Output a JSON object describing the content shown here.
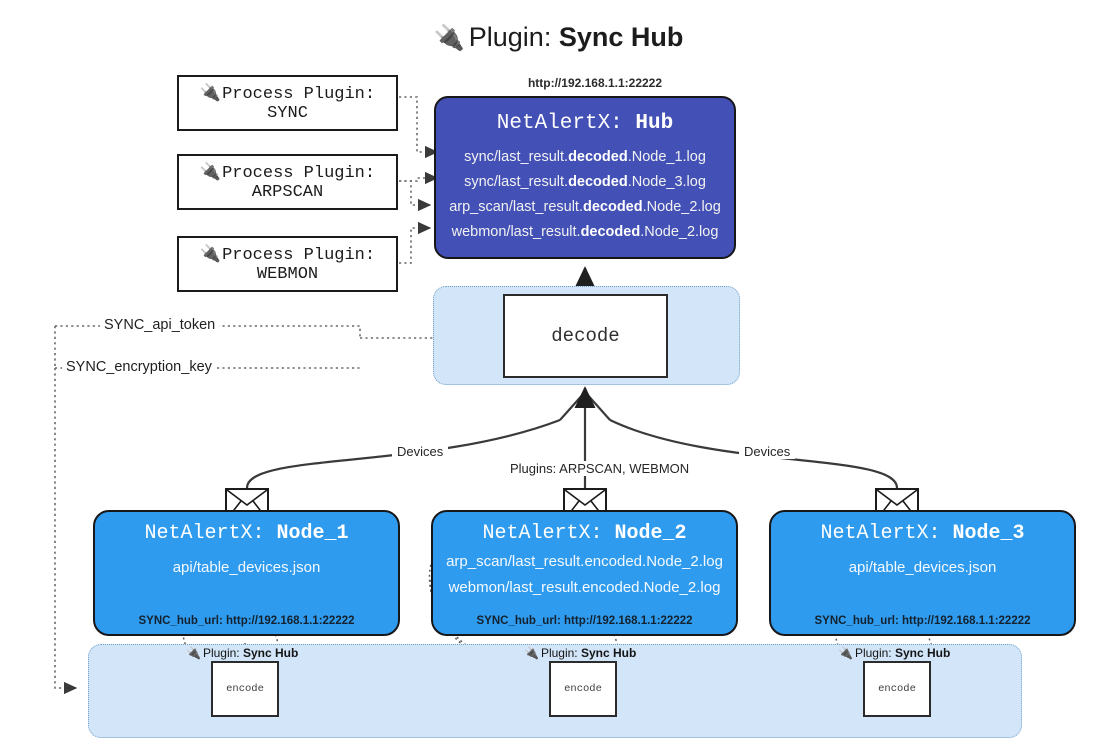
{
  "header": {
    "plug_icon": "plug-icon",
    "prefix": "Plugin:",
    "name": "Sync Hub"
  },
  "process_plugins": [
    {
      "line1": "Process Plugin:",
      "line2": "SYNC"
    },
    {
      "line1": "Process Plugin:",
      "line2": "ARPSCAN"
    },
    {
      "line1": "Process Plugin:",
      "line2": "WEBMON"
    }
  ],
  "hub": {
    "url": "http://192.168.1.1:22222",
    "title_prefix": "NetAlertX:",
    "title_name": "Hub",
    "logs": [
      {
        "pre": "sync/last_result.",
        "em": "decoded",
        "post": ".Node_1.log"
      },
      {
        "pre": "sync/last_result.",
        "em": "decoded",
        "post": ".Node_3.log"
      },
      {
        "pre": "arp_scan/last_result.",
        "em": "decoded",
        "post": ".Node_2.log"
      },
      {
        "pre": "webmon/last_result.",
        "em": "decoded",
        "post": ".Node_2.log"
      }
    ]
  },
  "decode": {
    "label": "decode"
  },
  "tokens": {
    "api_token": "SYNC_api_token",
    "encryption_key": "SYNC_encryption_key"
  },
  "edge_labels": {
    "devices_left": "Devices",
    "devices_right": "Devices",
    "plugins_center": "Plugins: ARPSCAN, WEBMON"
  },
  "nodes": [
    {
      "title_prefix": "NetAlertX:",
      "title_name": "Node_1",
      "lines": [
        "api/table_devices.json"
      ],
      "footer": "SYNC_hub_url: http://192.168.1.1:22222"
    },
    {
      "title_prefix": "NetAlertX:",
      "title_name": "Node_2",
      "lines": [
        "arp_scan/last_result.encoded.Node_2.log",
        "webmon/last_result.encoded.Node_2.log"
      ],
      "footer": "SYNC_hub_url: http://192.168.1.1:22222"
    },
    {
      "title_prefix": "NetAlertX:",
      "title_name": "Node_3",
      "lines": [
        "api/table_devices.json"
      ],
      "footer": "SYNC_hub_url: http://192.168.1.1:22222"
    }
  ],
  "encoders": [
    {
      "caption_prefix": "Plugin:",
      "caption_name": "Sync Hub",
      "label": "encode"
    },
    {
      "caption_prefix": "Plugin:",
      "caption_name": "Sync Hub",
      "label": "encode"
    },
    {
      "caption_prefix": "Plugin:",
      "caption_name": "Sync Hub",
      "label": "encode"
    }
  ],
  "colors": {
    "hub_fill": "#4350b5",
    "node_fill": "#2f9bee",
    "container_fill": "#d3e6f9",
    "container_border": "#6f9fc6",
    "stroke": "#17171a"
  }
}
